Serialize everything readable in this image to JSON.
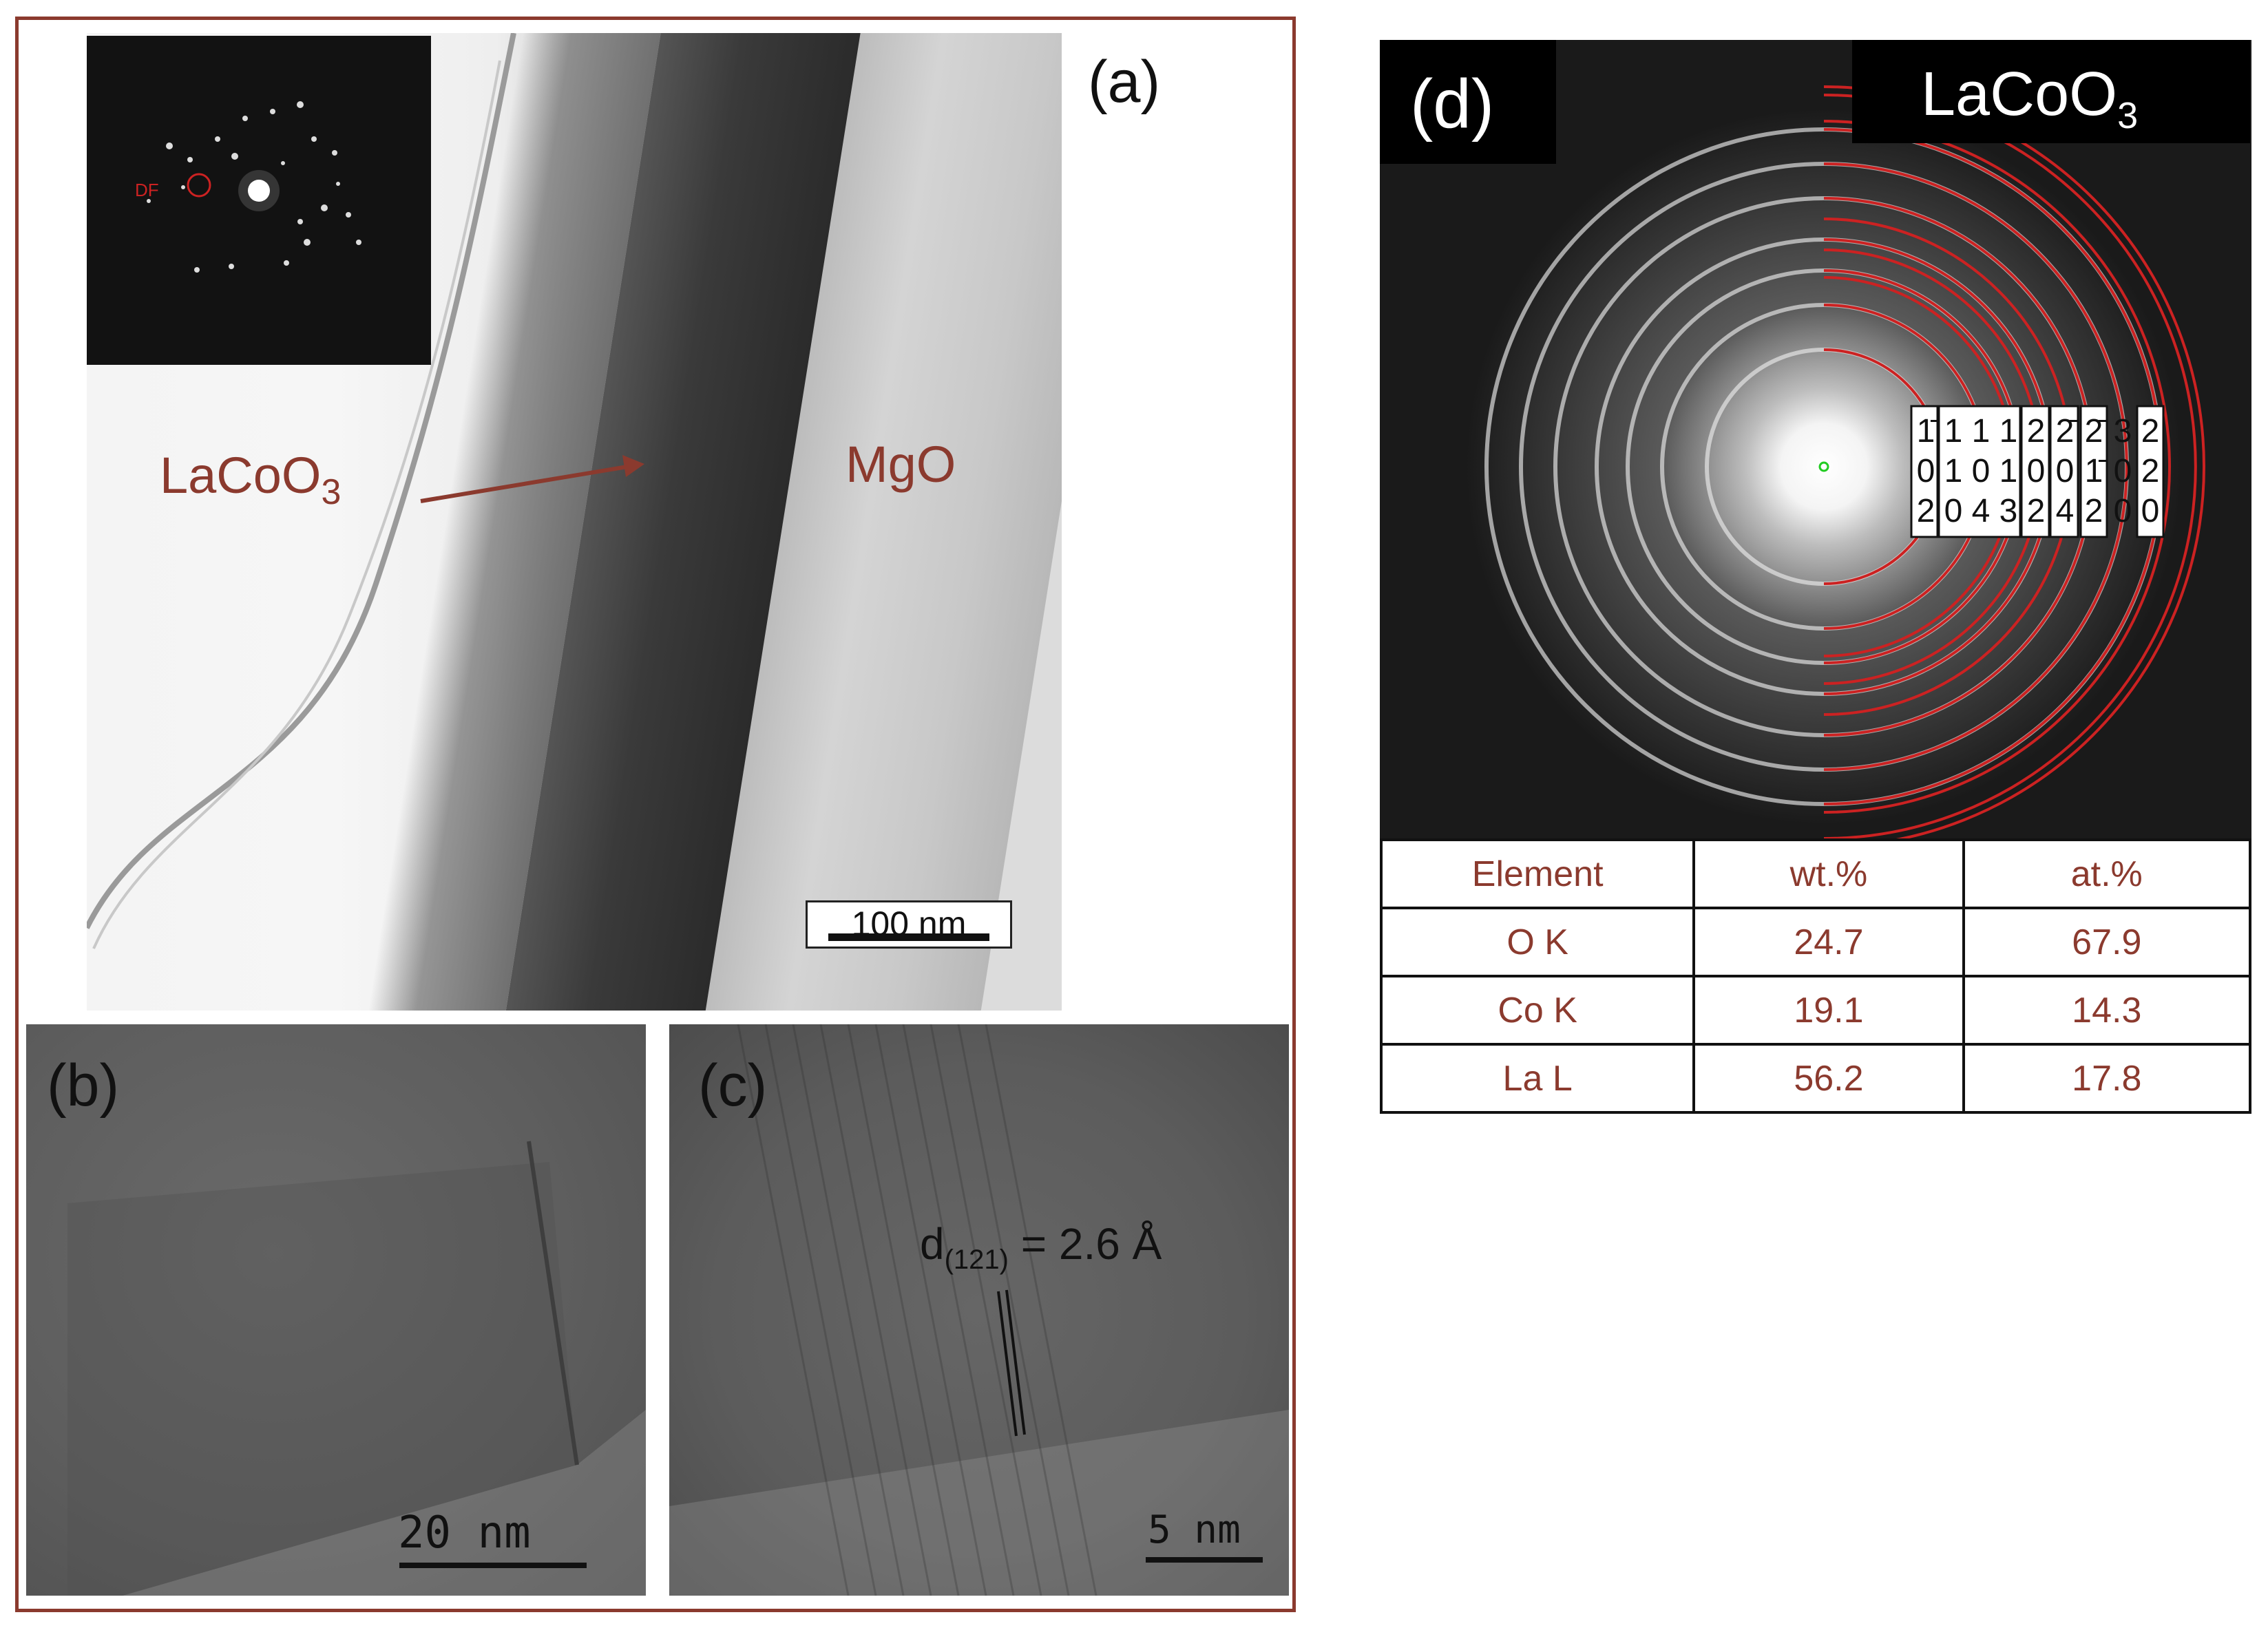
{
  "panel_a": {
    "label": "(a)",
    "inset_spot_label": "DF",
    "film_label": "LaCoO",
    "film_label_sub": "3",
    "substrate_label": "MgO",
    "scale_bar": "100 nm"
  },
  "panel_b": {
    "label": "(b)",
    "scale_bar": "20 nm"
  },
  "panel_c": {
    "label": "(c)",
    "annotation_main": "d",
    "annotation_sub": "(121)",
    "annotation_value": " = 2.6 Å",
    "scale_bar": "5 nm"
  },
  "panel_d": {
    "label": "(d)",
    "title": "LaCoO",
    "title_sub": "3",
    "ring_index_labels": [
      [
        "1̄",
        "0",
        "2"
      ],
      [
        "1",
        "1",
        "0"
      ],
      [
        "1",
        "0",
        "4"
      ],
      [
        "1",
        "1",
        "3"
      ],
      [
        "2",
        "0",
        "2"
      ],
      [
        "2̄",
        "0",
        "4"
      ],
      [
        "2̄",
        "1̄",
        "2"
      ],
      [
        "3",
        "0",
        "0"
      ],
      [
        "2",
        "2",
        "0"
      ]
    ]
  },
  "eds_table": {
    "headers": [
      "Element",
      "wt.%",
      "at.%"
    ],
    "rows": [
      [
        "O K",
        "24.7",
        "67.9"
      ],
      [
        "Co K",
        "19.1",
        "14.3"
      ],
      [
        "La L",
        "56.2",
        "17.8"
      ]
    ]
  },
  "colors": {
    "accent": "#8b3a2e",
    "ring": "#cc2222"
  }
}
